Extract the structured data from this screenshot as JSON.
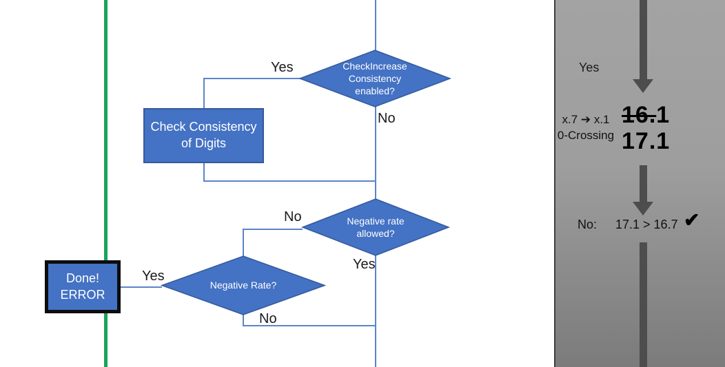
{
  "flowchart": {
    "diamond_check_increase": "CheckIncrease\nConsistency\nenabled?",
    "diamond_negative_allowed": "Negative rate\nallowed?",
    "diamond_negative_rate": "Negative Rate?",
    "process_box": "Check Consistency\nof Digits",
    "done_box": "Done!\nERROR",
    "labels": {
      "yes_top": "Yes",
      "no_top": "No",
      "no_mid": "No",
      "yes_mid": "Yes",
      "yes_done": "Yes",
      "no_bottom": "No"
    },
    "colors": {
      "node_fill": "#4472c4",
      "node_border": "#35599c",
      "connector": "#5b83c9",
      "guide_line_green": "#17a45a",
      "done_border": "#0d0d0d"
    }
  },
  "panel": {
    "yes_label": "Yes",
    "case_note": "x.7 ➔ x.1\n0-Crossing",
    "old_value_struck": "16.",
    "old_value_rest": "1",
    "new_value": "17.1",
    "result_label": "No:",
    "comparison": "17.1 > 16.7",
    "checkmark": "✔",
    "colors": {
      "panel_top": "#a3a3a3",
      "panel_bottom": "#7b7b7b",
      "arrow": "#4d4d4d"
    }
  }
}
